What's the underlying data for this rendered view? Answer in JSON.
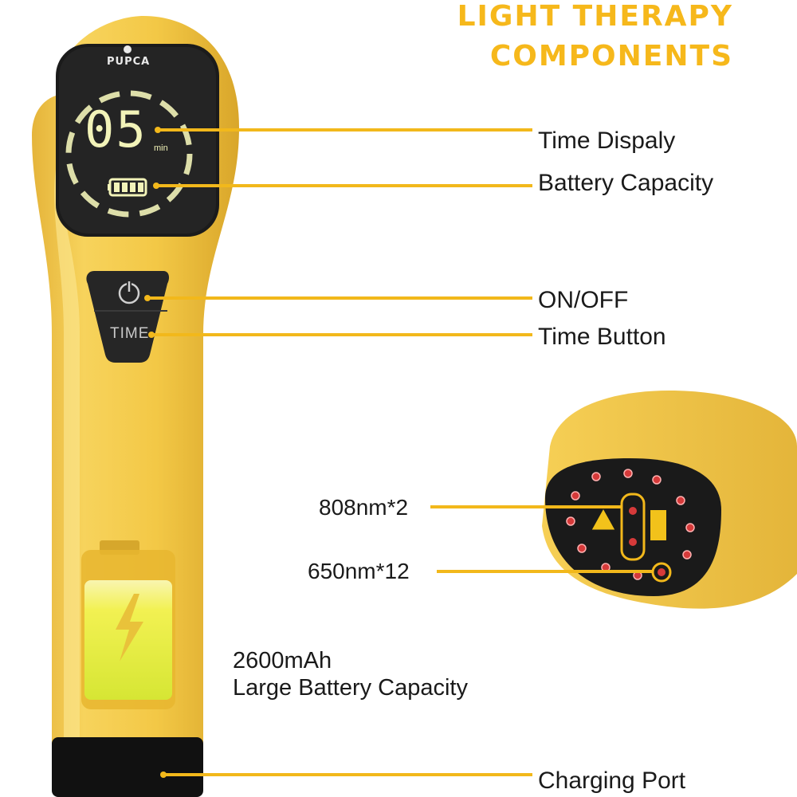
{
  "title": {
    "line1": "LIGHT THERAPY",
    "line2": "COMPONENTS"
  },
  "device": {
    "brand": "PUPCA",
    "display_digits": "05",
    "display_unit": "min",
    "time_button_label": "TIME",
    "body_color": "#f2c94c",
    "accent_color": "#f7b21b"
  },
  "callouts": {
    "time_display": "Time Dispaly",
    "battery_capacity": "Battery Capacity",
    "on_off": "ON/OFF",
    "time_button": "Time Button",
    "nm808": "808nm*2",
    "nm650": "650nm*12",
    "charging_port": "Charging Port"
  },
  "battery": {
    "capacity": "2600mAh",
    "description": "Large Battery Capacity"
  }
}
